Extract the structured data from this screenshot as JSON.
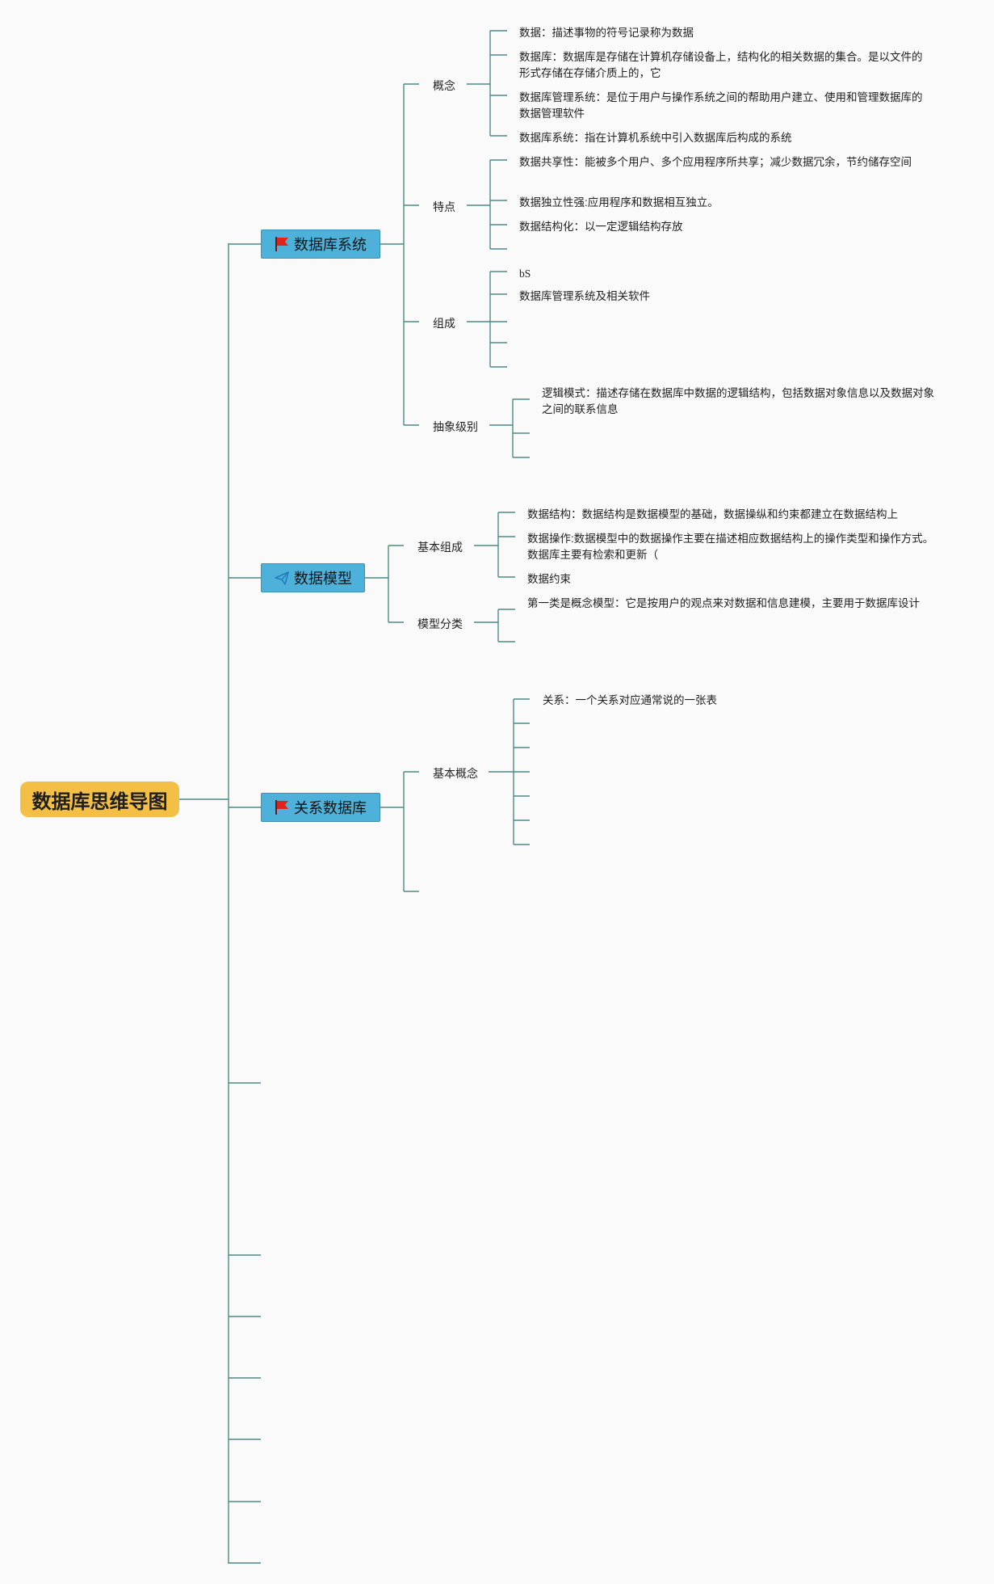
{
  "root": {
    "label": "数据库思维导图"
  },
  "topics": [
    {
      "label": "数据库系统",
      "icon": "flag-icon",
      "children": [
        {
          "label": "概念",
          "leaves": [
            "数据：描述事物的符号记录称为数据",
            "数据库：数据库是存储在计算机存储设备上，结构化的相关数据的集合。是以文件的形式存储在存储介质上的，它",
            "数据库管理系统：是位于用户与操作系统之间的帮助用户建立、使用和管理数据库的数据管理软件",
            "数据库系统：指在计算机系统中引入数据库后构成的系统"
          ]
        },
        {
          "label": "特点",
          "leaves": [
            "数据共享性：能被多个用户、多个应用程序所共享；减少数据冗余，节约储存空间",
            "数据独立性强:应用程序和数据相互独立。",
            "数据结构化：以一定逻辑结构存放",
            ""
          ]
        },
        {
          "label": "组成",
          "leaves": [
            "bS",
            "数据库管理系统及相关软件",
            "",
            "",
            ""
          ]
        },
        {
          "label": "抽象级别",
          "leaves": [
            "逻辑模式：描述存储在数据库中数据的逻辑结构，包括数据对象信息以及数据对象之间的联系信息",
            "",
            ""
          ]
        }
      ]
    },
    {
      "label": "数据模型",
      "icon": "paper-plane-icon",
      "children": [
        {
          "label": "基本组成",
          "leaves": [
            "数据结构：数据结构是数据模型的基础，数据操纵和约束都建立在数据结构上",
            "数据操作:数据模型中的数据操作主要在描述相应数据结构上的操作类型和操作方式。数据库主要有检索和更新（",
            "数据约束"
          ]
        },
        {
          "label": "模型分类",
          "leaves": [
            "第一类是概念模型：它是按用户的观点来对数据和信息建模，主要用于数据库设计",
            ""
          ]
        }
      ]
    },
    {
      "label": "关系数据库",
      "icon": "flag-icon",
      "children": [
        {
          "label": "基本概念",
          "leaves": [
            "关系：一个关系对应通常说的一张表",
            "",
            "",
            "",
            "",
            "",
            ""
          ]
        },
        {
          "label": "",
          "leaves": []
        }
      ]
    }
  ],
  "empty_branches": 7,
  "colors": {
    "line": "#4f8a85",
    "root_fill": "#f4bf45",
    "topic_fill": "#4eb1d9",
    "flag": "#e0241b",
    "plane": "#1f7fc0"
  }
}
